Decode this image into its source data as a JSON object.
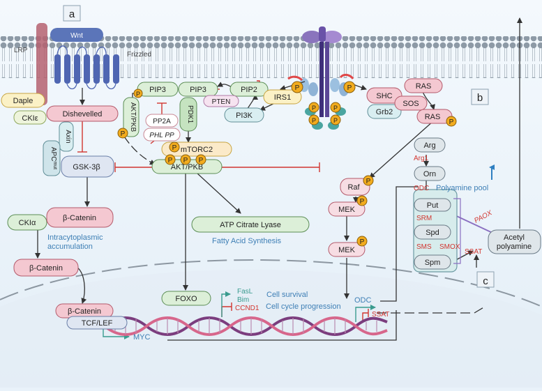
{
  "panels": {
    "a": "a",
    "b": "b",
    "c": "c"
  },
  "labels": {
    "lrp": "LRP",
    "wnt": "Wnt",
    "frizzled": "Frizzled",
    "daple": "Daple",
    "ckie": "CKIε",
    "dishevelled": "Dishevelled",
    "axin": "Axin",
    "apc": "APC",
    "apc_sup": "mut",
    "gsk3b": "GSK-3β",
    "pip3_left": "PIP3",
    "pip3_mid": "PIP3",
    "pip2": "PIP2",
    "pten": "PTEN",
    "akt_pkb_vertical": "AKT/PKB",
    "pdk1": "PDK1",
    "pp2a": "PP2A",
    "phlpp": "PHL PP",
    "mtorc2": "mTORC2",
    "akt_pkb": "AKT/PKB",
    "pi3k": "PI3K",
    "irs1": "IRS1",
    "shc": "SHC",
    "grb2": "Grb2",
    "sos": "SOS",
    "ras_top": "RAS",
    "ras": "RAS",
    "raf": "Raf",
    "mek1": "MEK",
    "mek2": "MEK",
    "ckia": "CKIα",
    "bcatenin1": "β-Catenin",
    "intracytoplasmic": "Intracytoplasmic",
    "accumulation": "accumulation",
    "bcatenin2": "β-Catenin",
    "bcatenin3": "β-Catenin",
    "tcflef": "TCF/LEF",
    "myc": "MYC",
    "acly": "ATP Citrate Lyase",
    "fas": "Fatty Acid Synthesis",
    "foxo": "FOXO",
    "fasl": "FasL",
    "bim": "Bim",
    "ccnd1": "CCND1",
    "cell_survival": "Cell survival",
    "cell_cycle": "Cell cycle progression",
    "odc_dna": "ODC",
    "ssat_dna": "SSAT",
    "arg": "Arg",
    "arg1": "Arg1",
    "orn": "Orn",
    "odc": "ODC",
    "polyamine_pool": "Polyamine pool",
    "put": "Put",
    "srm": "SRM",
    "spd": "Spd",
    "sms": "SMS",
    "smox": "SMOX",
    "spm": "Spm",
    "paox": "PAOX",
    "ssat": "SSAT",
    "acetyl": "Acetyl",
    "polyamine": "polyamine",
    "p": "P"
  },
  "colors": {
    "membrane_head": "#8d9aa6",
    "frizzled": "#4f66b2",
    "wnt": "#5b75b9",
    "lrp": "#b56270",
    "pink_node": "#f7dde3",
    "pink_border": "#b3596a",
    "green_node": "#dcefd8",
    "green_border": "#5b8d55",
    "yellow_node": "#fbf1c6",
    "yellow_border": "#c7a441",
    "blue_node": "#d9eef1",
    "blue_border": "#5f8d96",
    "phospho": "#f2ac1e",
    "inhibit": "#d2352f",
    "teal_arrow": "#3a9b8f",
    "enzyme_red": "#d2352f",
    "text_blue": "#3e7fb5",
    "dna_purple": "#7b3d7e",
    "dna_pink": "#d7668b"
  }
}
